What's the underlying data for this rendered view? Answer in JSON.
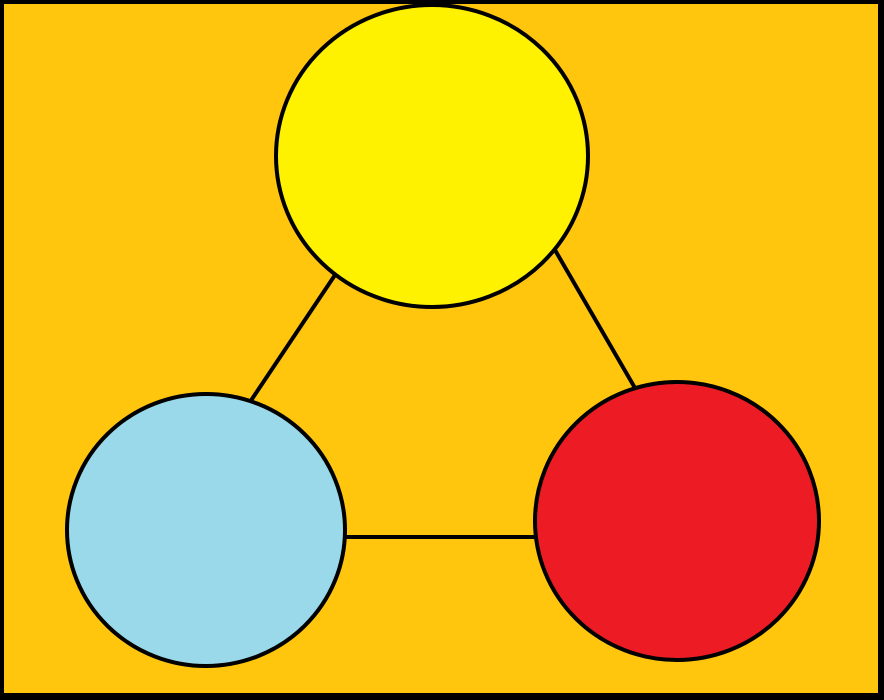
{
  "colors": {
    "background": "#FFC60D",
    "border": "#000000",
    "top_node": "#FFF200",
    "left_node": "#99D9EA",
    "right_node": "#ED1C24",
    "stroke": "#000000"
  },
  "nodes": [
    {
      "id": "top",
      "fill_key": "top_node"
    },
    {
      "id": "left",
      "fill_key": "left_node"
    },
    {
      "id": "right",
      "fill_key": "right_node"
    }
  ],
  "edges": [
    {
      "from": "top",
      "to": "left"
    },
    {
      "from": "top",
      "to": "right"
    },
    {
      "from": "left",
      "to": "right"
    }
  ]
}
